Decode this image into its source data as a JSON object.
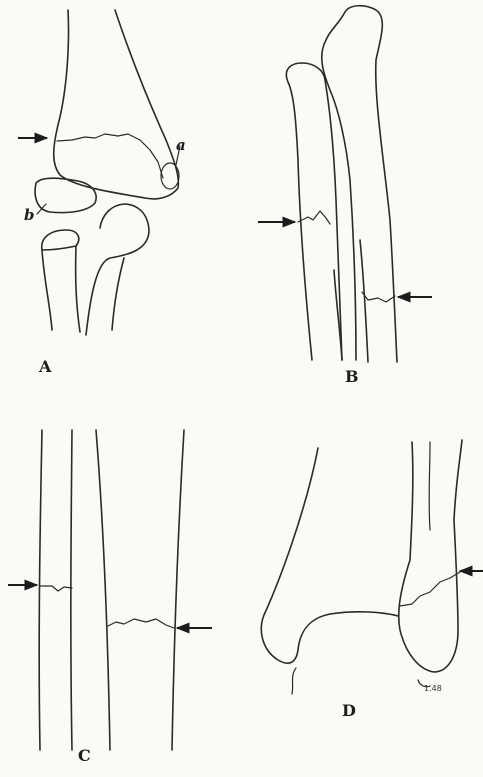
{
  "panels": {
    "a": {
      "label": "A",
      "annotations": {
        "a": "a",
        "b": "b"
      }
    },
    "b": {
      "label": "B"
    },
    "c": {
      "label": "C"
    },
    "d": {
      "label": "D",
      "signature": "1.48"
    }
  }
}
